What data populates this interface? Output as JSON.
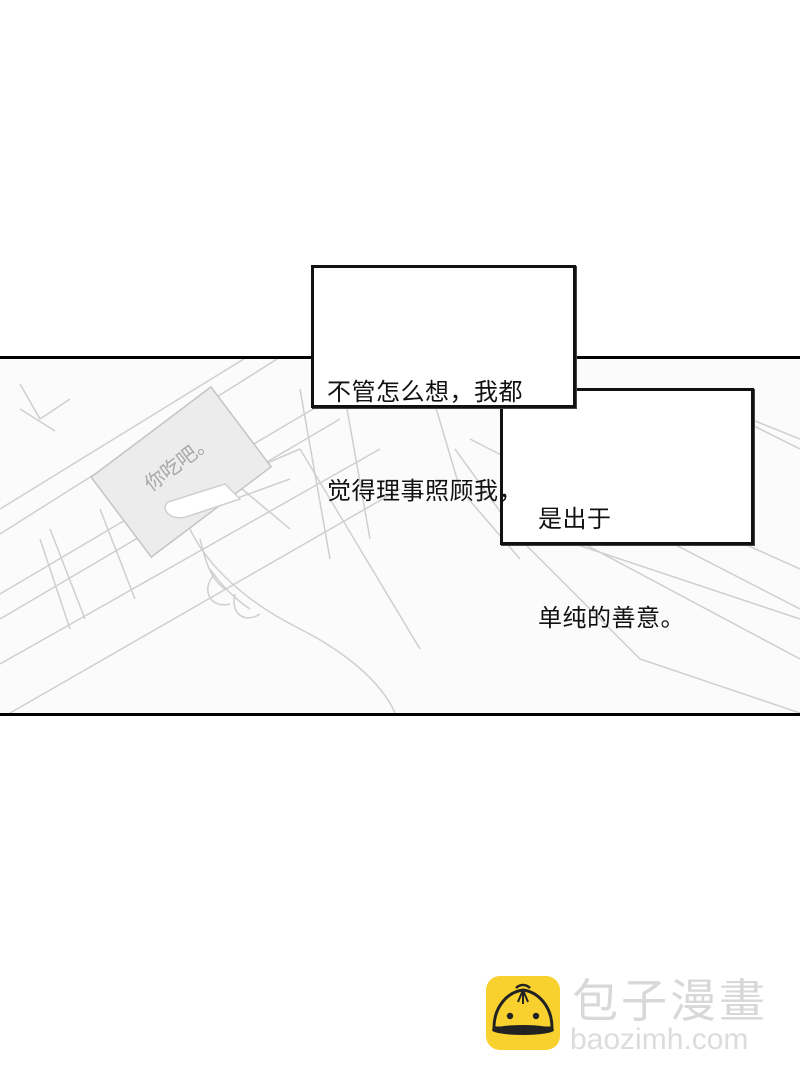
{
  "comic": {
    "captions": [
      {
        "lines": [
          "不管怎么想，我都",
          "觉得理事照顾我，"
        ]
      },
      {
        "lines": [
          "是出于",
          "单纯的善意。"
        ]
      }
    ],
    "card_note": "你吃吧。"
  },
  "watermark": {
    "title": "包子漫畫",
    "url": "baozimh.com",
    "logo_color": "#f8d12e"
  },
  "colors": {
    "ink": "#111111",
    "sketch_line": "#c8c8c8",
    "card_fill": "#ebebeb"
  }
}
